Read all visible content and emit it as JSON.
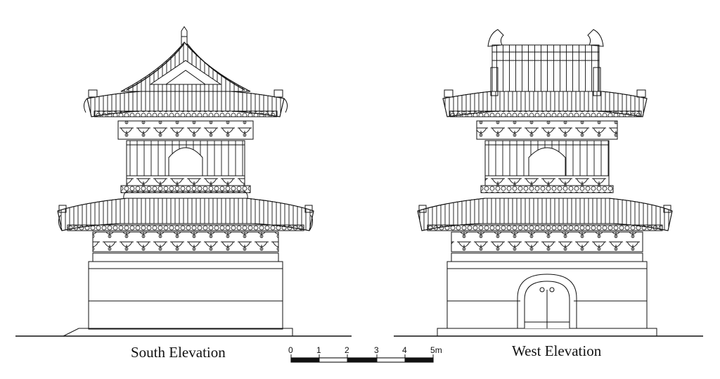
{
  "drawings": [
    {
      "caption": "South Elevation"
    },
    {
      "caption": "West Elevation"
    }
  ],
  "scale_bar": {
    "ticks": [
      "0",
      "1",
      "2",
      "3",
      "4",
      "5"
    ],
    "unit": "m"
  },
  "colors": {
    "ink": "#111111",
    "paper": "#ffffff"
  }
}
